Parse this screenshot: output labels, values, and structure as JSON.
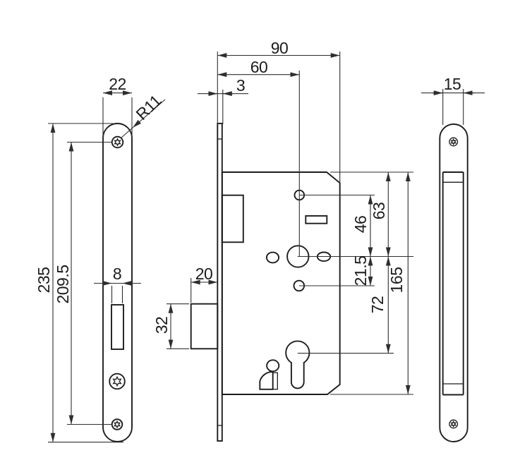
{
  "dims": {
    "front": {
      "plate_width": "22",
      "corner_radius": "R11",
      "plate_height": "235",
      "screw_spacing": "209.5",
      "slot_width": "8"
    },
    "side": {
      "case_depth": "90",
      "backset": "60",
      "faceplate_thickness": "3",
      "bolt_throw": "20",
      "bolt_height": "32",
      "top_to_follower": "63",
      "follower_to_top_hole": "46",
      "follower_to_lower_hole": "21.5",
      "case_height": "165",
      "follower_to_cylinder": "72"
    },
    "edge": {
      "case_width": "15"
    }
  }
}
